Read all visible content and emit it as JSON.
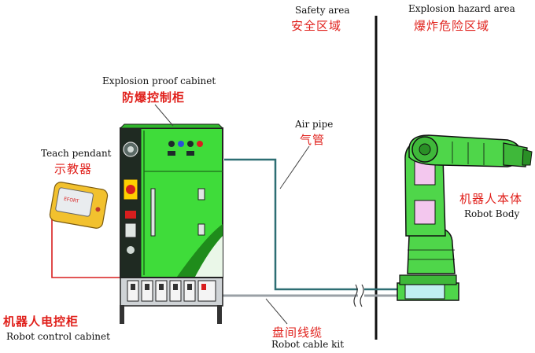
{
  "zones": {
    "safety": {
      "en": "Safety area",
      "cn": "安全区域"
    },
    "hazard": {
      "en": "Explosion hazard area",
      "cn": "爆炸危险区域"
    }
  },
  "labels": {
    "cabinet_ep": {
      "en": "Explosion proof cabinet",
      "cn": "防爆控制柜"
    },
    "teach_pendant": {
      "en": "Teach pendant",
      "cn": "示教器"
    },
    "air_pipe": {
      "en": "Air pipe",
      "cn": "气管"
    },
    "robot_body": {
      "en": "Robot Body",
      "cn": "机器人本体"
    },
    "control_cabinet": {
      "en": "Robot control cabinet",
      "cn": "机器人电控柜"
    },
    "cable_kit": {
      "en": "Robot cable kit",
      "cn": "盘间线缆"
    }
  },
  "colors": {
    "cabinet_green": "#3fdc3a",
    "robot_green": "#4fd64a",
    "label_red": "#e0201b",
    "pipe_teal": "#2d6e73",
    "cable_red": "#d81e1e",
    "pendant_yellow": "#f2c12e"
  }
}
